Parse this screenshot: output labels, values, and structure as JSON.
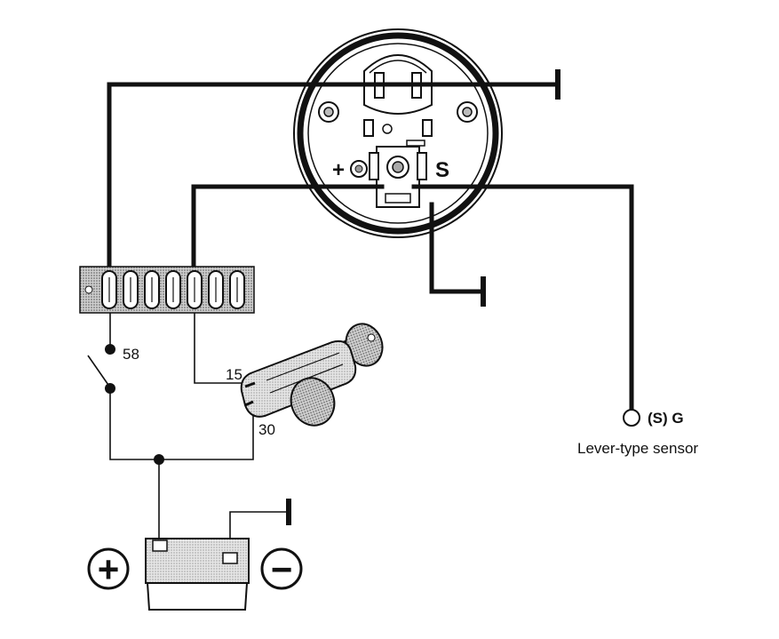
{
  "gauge": {
    "plus_label": "+",
    "s_label": "S"
  },
  "switch": {
    "terminal_label": "58"
  },
  "ignition": {
    "terminal_15_label": "15",
    "terminal_30_label": "30"
  },
  "sensor": {
    "terminal_label": "(S) G",
    "name": "Lever-type sensor"
  },
  "battery": {
    "positive_symbol": "+",
    "negative_symbol": "−"
  },
  "colors": {
    "line": "#111111",
    "background": "#ffffff",
    "shade": "#9a9a9a"
  }
}
